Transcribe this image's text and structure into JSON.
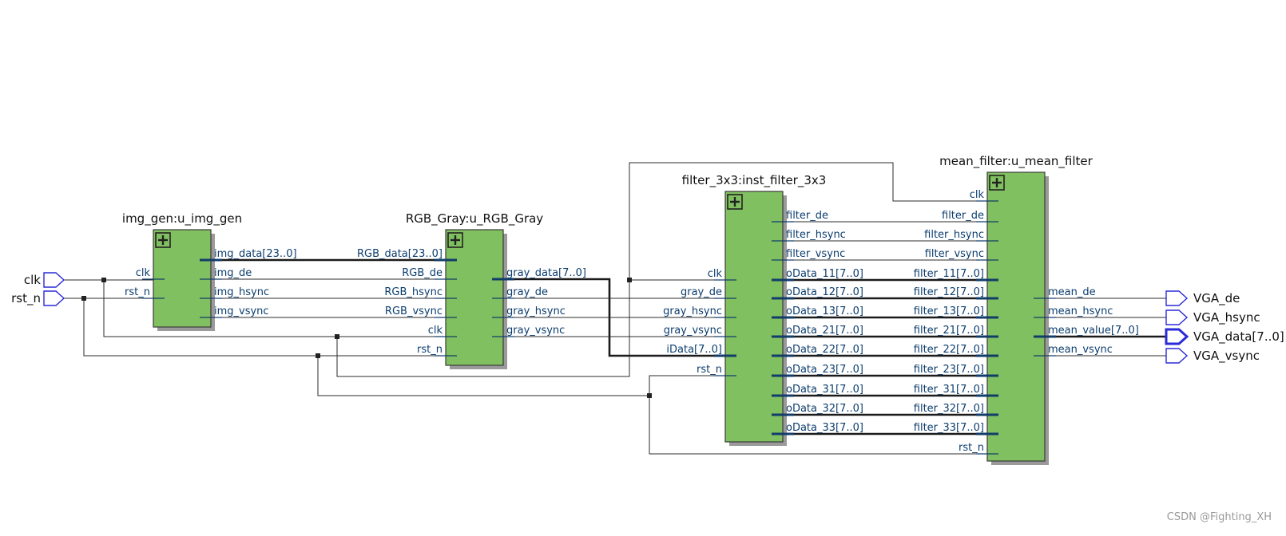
{
  "inputs": {
    "clk": "clk",
    "rst_n": "rst_n"
  },
  "outputs": {
    "vga_de": "VGA_de",
    "vga_hsync": "VGA_hsync",
    "vga_data": "VGA_data[7..0]",
    "vga_vsync": "VGA_vsync"
  },
  "blocks": {
    "img_gen": {
      "title": "img_gen:u_img_gen",
      "in_ports": [
        "clk",
        "rst_n"
      ],
      "out_ports": [
        "img_data[23..0]",
        "img_de",
        "img_hsync",
        "img_vsync"
      ]
    },
    "rgb_gray": {
      "title": "RGB_Gray:u_RGB_Gray",
      "in_ports": [
        "RGB_data[23..0]",
        "RGB_de",
        "RGB_hsync",
        "RGB_vsync",
        "clk",
        "rst_n"
      ],
      "out_ports": [
        "gray_data[7..0]",
        "gray_de",
        "gray_hsync",
        "gray_vsync"
      ]
    },
    "filter": {
      "title": "filter_3x3:inst_filter_3x3",
      "in_ports": [
        "clk",
        "gray_de",
        "gray_hsync",
        "gray_vsync",
        "iData[7..0]",
        "rst_n"
      ],
      "out_ports": [
        "filter_de",
        "filter_hsync",
        "filter_vsync",
        "oData_11[7..0]",
        "oData_12[7..0]",
        "oData_13[7..0]",
        "oData_21[7..0]",
        "oData_22[7..0]",
        "oData_23[7..0]",
        "oData_31[7..0]",
        "oData_32[7..0]",
        "oData_33[7..0]"
      ]
    },
    "mean": {
      "title": "mean_filter:u_mean_filter",
      "in_ports": [
        "clk",
        "filter_de",
        "filter_hsync",
        "filter_vsync",
        "filter_11[7..0]",
        "filter_12[7..0]",
        "filter_13[7..0]",
        "filter_21[7..0]",
        "filter_22[7..0]",
        "filter_23[7..0]",
        "filter_31[7..0]",
        "filter_32[7..0]",
        "filter_33[7..0]",
        "rst_n"
      ],
      "out_ports": [
        "mean_de",
        "mean_hsync",
        "mean_value[7..0]",
        "mean_vsync"
      ]
    }
  },
  "expand_icon": "plus-box-icon",
  "colors": {
    "block_fill": "#80c060",
    "port_label": "#0b3d6e",
    "io_pin": "#2a2ad8"
  },
  "watermark": "CSDN @Fighting_XH"
}
